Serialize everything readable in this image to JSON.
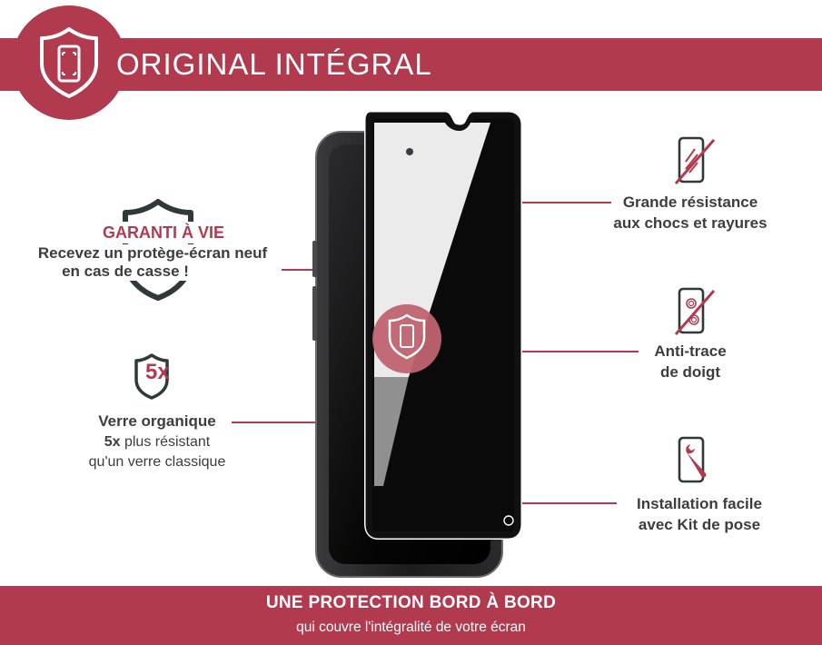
{
  "header": {
    "title": "ORIGINAL INTÉGRAL",
    "icon": "shield-phone-icon"
  },
  "guarantee": {
    "title": "GARANTI À VIE",
    "line1": "Recevez un protège-écran neuf",
    "line2": "en cas de casse !",
    "icon": "shield-outline-icon"
  },
  "organic": {
    "badge": "5x",
    "title": "Verre organique",
    "line2_strong": "5x",
    "line2_rest": " plus résistant",
    "line3": "qu'un verre classique",
    "icon": "shield-5x-icon"
  },
  "features": [
    {
      "line1": "Grande résistance",
      "line2": "aux chocs et rayures",
      "icon": "phone-scratch-icon"
    },
    {
      "line1": "Anti-trace",
      "line2": "de doigt",
      "icon": "phone-fingerprint-icon"
    },
    {
      "line1": "Installation facile",
      "line2": "avec Kit de pose",
      "icon": "phone-wrench-icon"
    }
  ],
  "footer": {
    "title": "UNE PROTECTION BORD À BORD",
    "subtitle": "qui couvre l'intégralité de votre écran"
  },
  "colors": {
    "brand": "#b13a4f",
    "text": "#3d3d3d",
    "shield": "#2f3a38"
  }
}
